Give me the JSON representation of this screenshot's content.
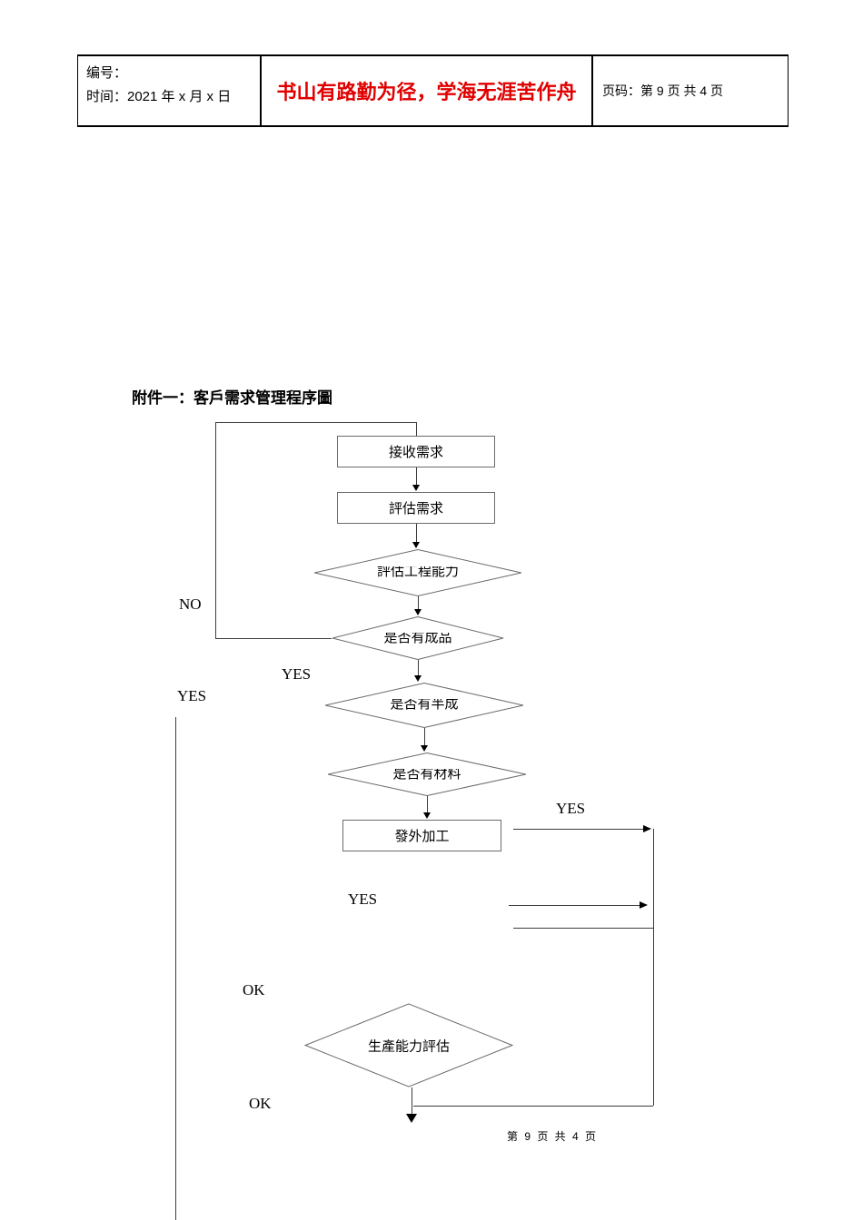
{
  "header": {
    "left_line1": "编号：",
    "left_line2": "时间：2021 年 x 月 x 日",
    "motto": "书山有路勤为径，学海无涯苦作舟",
    "motto_color": "#e00000",
    "page_info": "页码：第 9 页  共 4 页"
  },
  "doc": {
    "title": "附件一：客戶需求管理程序圖"
  },
  "flowchart": {
    "nodes": {
      "receive": "接收需求",
      "evaluate": "評估需求",
      "eng_capability": "評估工程能力",
      "has_finished": "是否有成品",
      "has_semi": "是否有半成",
      "has_material": "是否有材料",
      "outsource": "發外加工",
      "capacity": "生產能力評估"
    },
    "labels": {
      "no": "NO",
      "yes_finished": "YES",
      "yes_semi": "YES",
      "yes_material": "YES",
      "yes_outsource": "YES",
      "ok_top": "OK",
      "ok_bottom": "OK"
    }
  },
  "footer": {
    "page_number": "第 9 页 共 4 页"
  }
}
